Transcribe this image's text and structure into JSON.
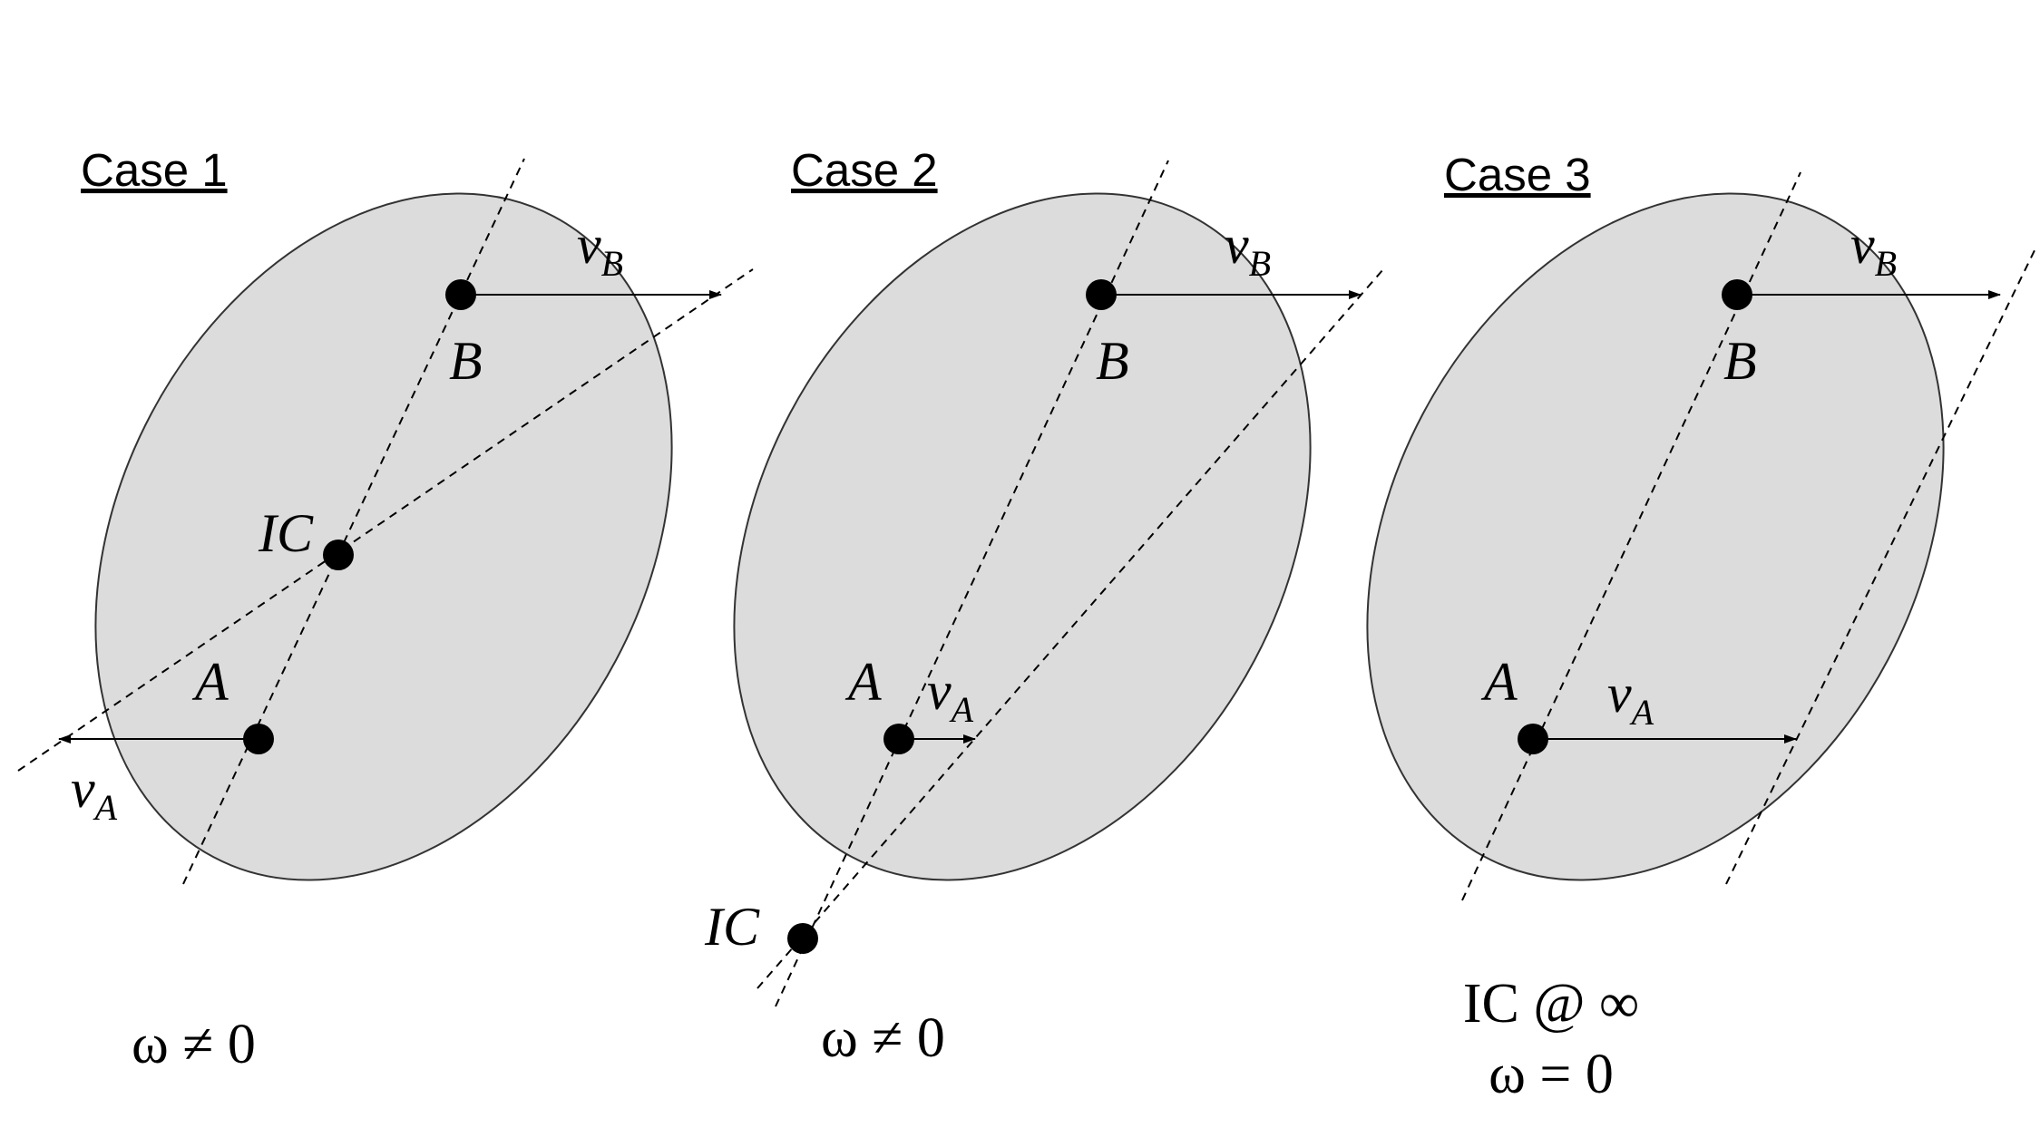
{
  "cases": [
    {
      "title": "Case 1",
      "point_a": "A",
      "point_b": "B",
      "ic_label": "IC",
      "velocity_a": {
        "symbol": "v",
        "subscript": "A"
      },
      "velocity_b": {
        "symbol": "v",
        "subscript": "B"
      },
      "condition": "ω ≠ 0"
    },
    {
      "title": "Case 2",
      "point_a": "A",
      "point_b": "B",
      "ic_label": "IC",
      "velocity_a": {
        "symbol": "v",
        "subscript": "A"
      },
      "velocity_b": {
        "symbol": "v",
        "subscript": "B"
      },
      "condition": "ω ≠ 0"
    },
    {
      "title": "Case 3",
      "point_a": "A",
      "point_b": "B",
      "velocity_a": {
        "symbol": "v",
        "subscript": "A"
      },
      "velocity_b": {
        "symbol": "v",
        "subscript": "B"
      },
      "ic_note": "IC @ ∞",
      "condition": "ω = 0"
    }
  ],
  "colors": {
    "body_fill": "#dcdcdc",
    "stroke": "#000000"
  }
}
